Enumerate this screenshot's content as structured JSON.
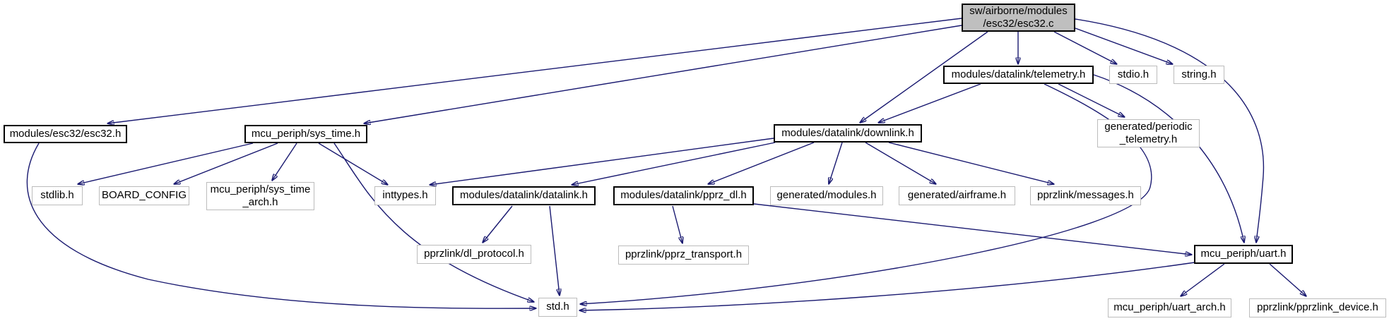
{
  "graph": {
    "kind": "doxygen-include-dependency-graph",
    "colors": {
      "edge": "#191970",
      "linked_node_border": "#000000",
      "plain_node_border": "#bcbcbc",
      "current_node_fill": "#bfbfbf",
      "background": "#ffffff",
      "text": "#000000"
    }
  },
  "nodes": [
    {
      "id": "esc32_c",
      "label": "sw/airborne/modules\n/esc32/esc32.c",
      "kind": "current"
    },
    {
      "id": "telemetry_h",
      "label": "modules/datalink/telemetry.h",
      "kind": "linked"
    },
    {
      "id": "stdio_h",
      "label": "stdio.h",
      "kind": "plain"
    },
    {
      "id": "string_h",
      "label": "string.h",
      "kind": "plain"
    },
    {
      "id": "esc32_h",
      "label": "modules/esc32/esc32.h",
      "kind": "linked"
    },
    {
      "id": "sys_time_h",
      "label": "mcu_periph/sys_time.h",
      "kind": "linked"
    },
    {
      "id": "downlink_h",
      "label": "modules/datalink/downlink.h",
      "kind": "linked"
    },
    {
      "id": "periodic_telemetry_h",
      "label": "generated/periodic\n_telemetry.h",
      "kind": "plain"
    },
    {
      "id": "stdlib_h",
      "label": "stdlib.h",
      "kind": "plain"
    },
    {
      "id": "board_config",
      "label": "BOARD_CONFIG",
      "kind": "plain"
    },
    {
      "id": "sys_time_arch_h",
      "label": "mcu_periph/sys_time\n_arch.h",
      "kind": "plain"
    },
    {
      "id": "inttypes_h",
      "label": "inttypes.h",
      "kind": "plain"
    },
    {
      "id": "datalink_h",
      "label": "modules/datalink/datalink.h",
      "kind": "linked"
    },
    {
      "id": "pprz_dl_h",
      "label": "modules/datalink/pprz_dl.h",
      "kind": "linked"
    },
    {
      "id": "generated_modules_h",
      "label": "generated/modules.h",
      "kind": "plain"
    },
    {
      "id": "generated_airframe_h",
      "label": "generated/airframe.h",
      "kind": "plain"
    },
    {
      "id": "messages_h",
      "label": "pprzlink/messages.h",
      "kind": "plain"
    },
    {
      "id": "dl_protocol_h",
      "label": "pprzlink/dl_protocol.h",
      "kind": "plain"
    },
    {
      "id": "pprz_transport_h",
      "label": "pprzlink/pprz_transport.h",
      "kind": "plain"
    },
    {
      "id": "uart_h",
      "label": "mcu_periph/uart.h",
      "kind": "linked"
    },
    {
      "id": "std_h",
      "label": "std.h",
      "kind": "plain"
    },
    {
      "id": "uart_arch_h",
      "label": "mcu_periph/uart_arch.h",
      "kind": "plain"
    },
    {
      "id": "pprzlink_device_h",
      "label": "pprzlink/pprzlink_device.h",
      "kind": "plain"
    }
  ],
  "edges": [
    {
      "from": "esc32_c",
      "to": "esc32_h"
    },
    {
      "from": "esc32_c",
      "to": "sys_time_h"
    },
    {
      "from": "esc32_c",
      "to": "downlink_h"
    },
    {
      "from": "esc32_c",
      "to": "telemetry_h"
    },
    {
      "from": "esc32_c",
      "to": "stdio_h"
    },
    {
      "from": "esc32_c",
      "to": "string_h"
    },
    {
      "from": "esc32_c",
      "to": "uart_h"
    },
    {
      "from": "telemetry_h",
      "to": "downlink_h"
    },
    {
      "from": "telemetry_h",
      "to": "periodic_telemetry_h"
    },
    {
      "from": "telemetry_h",
      "to": "std_h"
    },
    {
      "from": "telemetry_h",
      "to": "uart_h"
    },
    {
      "from": "esc32_h",
      "to": "std_h"
    },
    {
      "from": "sys_time_h",
      "to": "stdlib_h"
    },
    {
      "from": "sys_time_h",
      "to": "board_config"
    },
    {
      "from": "sys_time_h",
      "to": "sys_time_arch_h"
    },
    {
      "from": "sys_time_h",
      "to": "inttypes_h"
    },
    {
      "from": "sys_time_h",
      "to": "std_h"
    },
    {
      "from": "downlink_h",
      "to": "inttypes_h"
    },
    {
      "from": "downlink_h",
      "to": "datalink_h"
    },
    {
      "from": "downlink_h",
      "to": "pprz_dl_h"
    },
    {
      "from": "downlink_h",
      "to": "generated_modules_h"
    },
    {
      "from": "downlink_h",
      "to": "generated_airframe_h"
    },
    {
      "from": "downlink_h",
      "to": "messages_h"
    },
    {
      "from": "datalink_h",
      "to": "dl_protocol_h"
    },
    {
      "from": "datalink_h",
      "to": "std_h"
    },
    {
      "from": "pprz_dl_h",
      "to": "pprz_transport_h"
    },
    {
      "from": "pprz_dl_h",
      "to": "uart_h"
    },
    {
      "from": "uart_h",
      "to": "uart_arch_h"
    },
    {
      "from": "uart_h",
      "to": "pprzlink_device_h"
    },
    {
      "from": "uart_h",
      "to": "std_h"
    }
  ]
}
